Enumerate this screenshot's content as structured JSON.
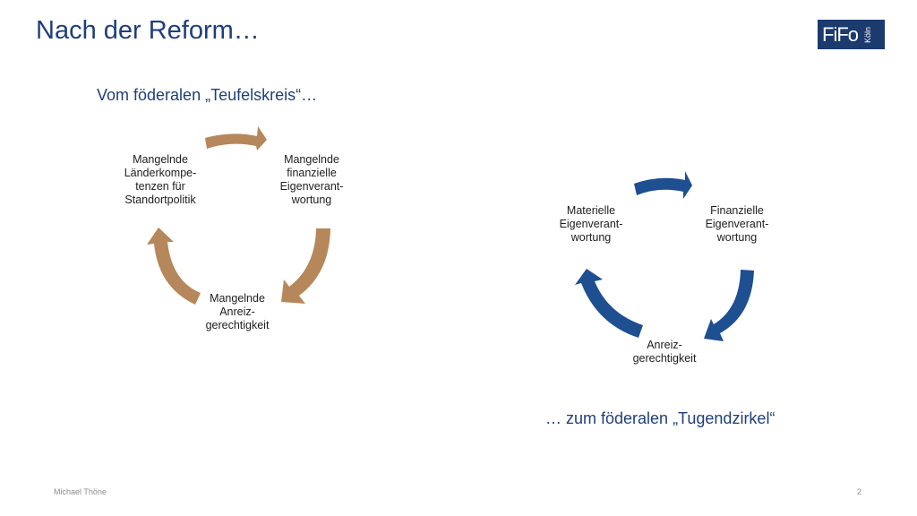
{
  "slide": {
    "title": "Nach der Reform…",
    "logo": {
      "main": "FiFo",
      "side": "Köln"
    },
    "left_cycle": {
      "heading": "Vom föderalen „Teufelskreis“…",
      "color": "#b5875a",
      "nodes": [
        "Mangelnde\nfinanzielle\nEigenverant-\nwortung",
        "Mangelnde\nAnreiz-\ngerechtigkeit",
        "Mangelnde\nLänderkompe-\ntenzen für\nStandortpolitik"
      ]
    },
    "right_cycle": {
      "heading": "… zum föderalen „Tugendzirkel“",
      "color": "#1d4f91",
      "nodes": [
        "Finanzielle\nEigenverant-\nwortung",
        "Anreiz-\ngerechtigkeit",
        "Materielle\nEigenverant-\nwortung"
      ]
    },
    "footer": {
      "author": "Michael Thöne",
      "page": "2"
    }
  }
}
